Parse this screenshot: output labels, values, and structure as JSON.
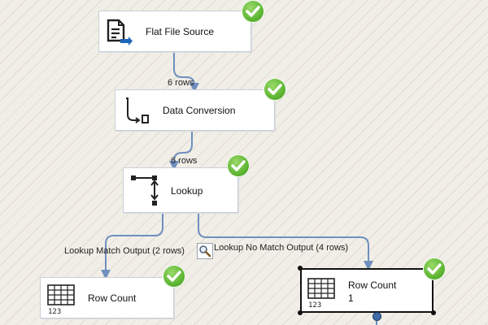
{
  "components": [
    {
      "name": "flat-file-source",
      "label": "Flat File Source",
      "icon": "flat-file-source-icon",
      "status": "success"
    },
    {
      "name": "data-conversion",
      "label": "Data Conversion",
      "icon": "data-conversion-icon",
      "status": "success"
    },
    {
      "name": "lookup",
      "label": "Lookup",
      "icon": "lookup-icon",
      "status": "success"
    },
    {
      "name": "row-count-match",
      "label": "Row Count",
      "icon": "row-count-icon",
      "status": "success"
    },
    {
      "name": "row-count-nomatch",
      "label": "Row Count",
      "sublabel": "1",
      "icon": "row-count-icon",
      "status": "success",
      "selected": true
    }
  ],
  "paths": [
    {
      "label": "6 rows"
    },
    {
      "label": "6 rows"
    },
    {
      "label": "Lookup Match Output (2 rows)"
    },
    {
      "label": "Lookup No Match Output (4 rows)"
    }
  ],
  "colors": {
    "path_line": "#6f8fbf",
    "success_check": "#5cb531",
    "canvas_bg": "#f1eee7"
  }
}
